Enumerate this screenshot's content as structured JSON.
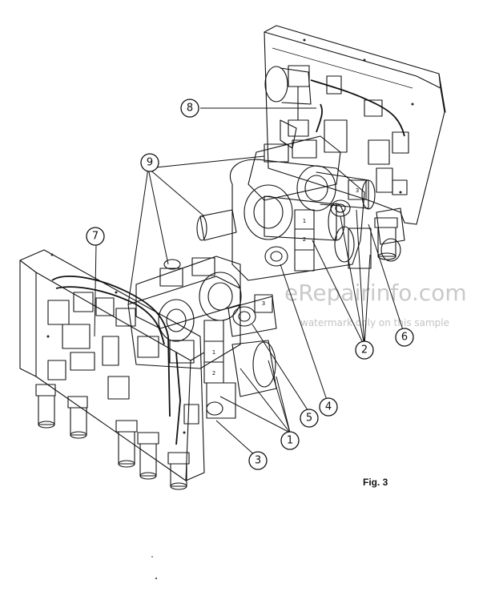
{
  "figure": {
    "caption": "Fig. 3",
    "watermark_main": "eRepairinfo.com",
    "watermark_sub": "watermark only on this sample"
  },
  "callouts": [
    {
      "id": "1",
      "label": "1"
    },
    {
      "id": "2",
      "label": "2"
    },
    {
      "id": "3",
      "label": "3"
    },
    {
      "id": "4",
      "label": "4"
    },
    {
      "id": "5",
      "label": "5"
    },
    {
      "id": "6",
      "label": "6"
    },
    {
      "id": "7",
      "label": "7"
    },
    {
      "id": "8",
      "label": "8"
    },
    {
      "id": "9",
      "label": "9"
    }
  ],
  "part_marks": {
    "valve_block_marks": [
      "1",
      "2",
      "3",
      "1",
      "2",
      "3"
    ]
  }
}
